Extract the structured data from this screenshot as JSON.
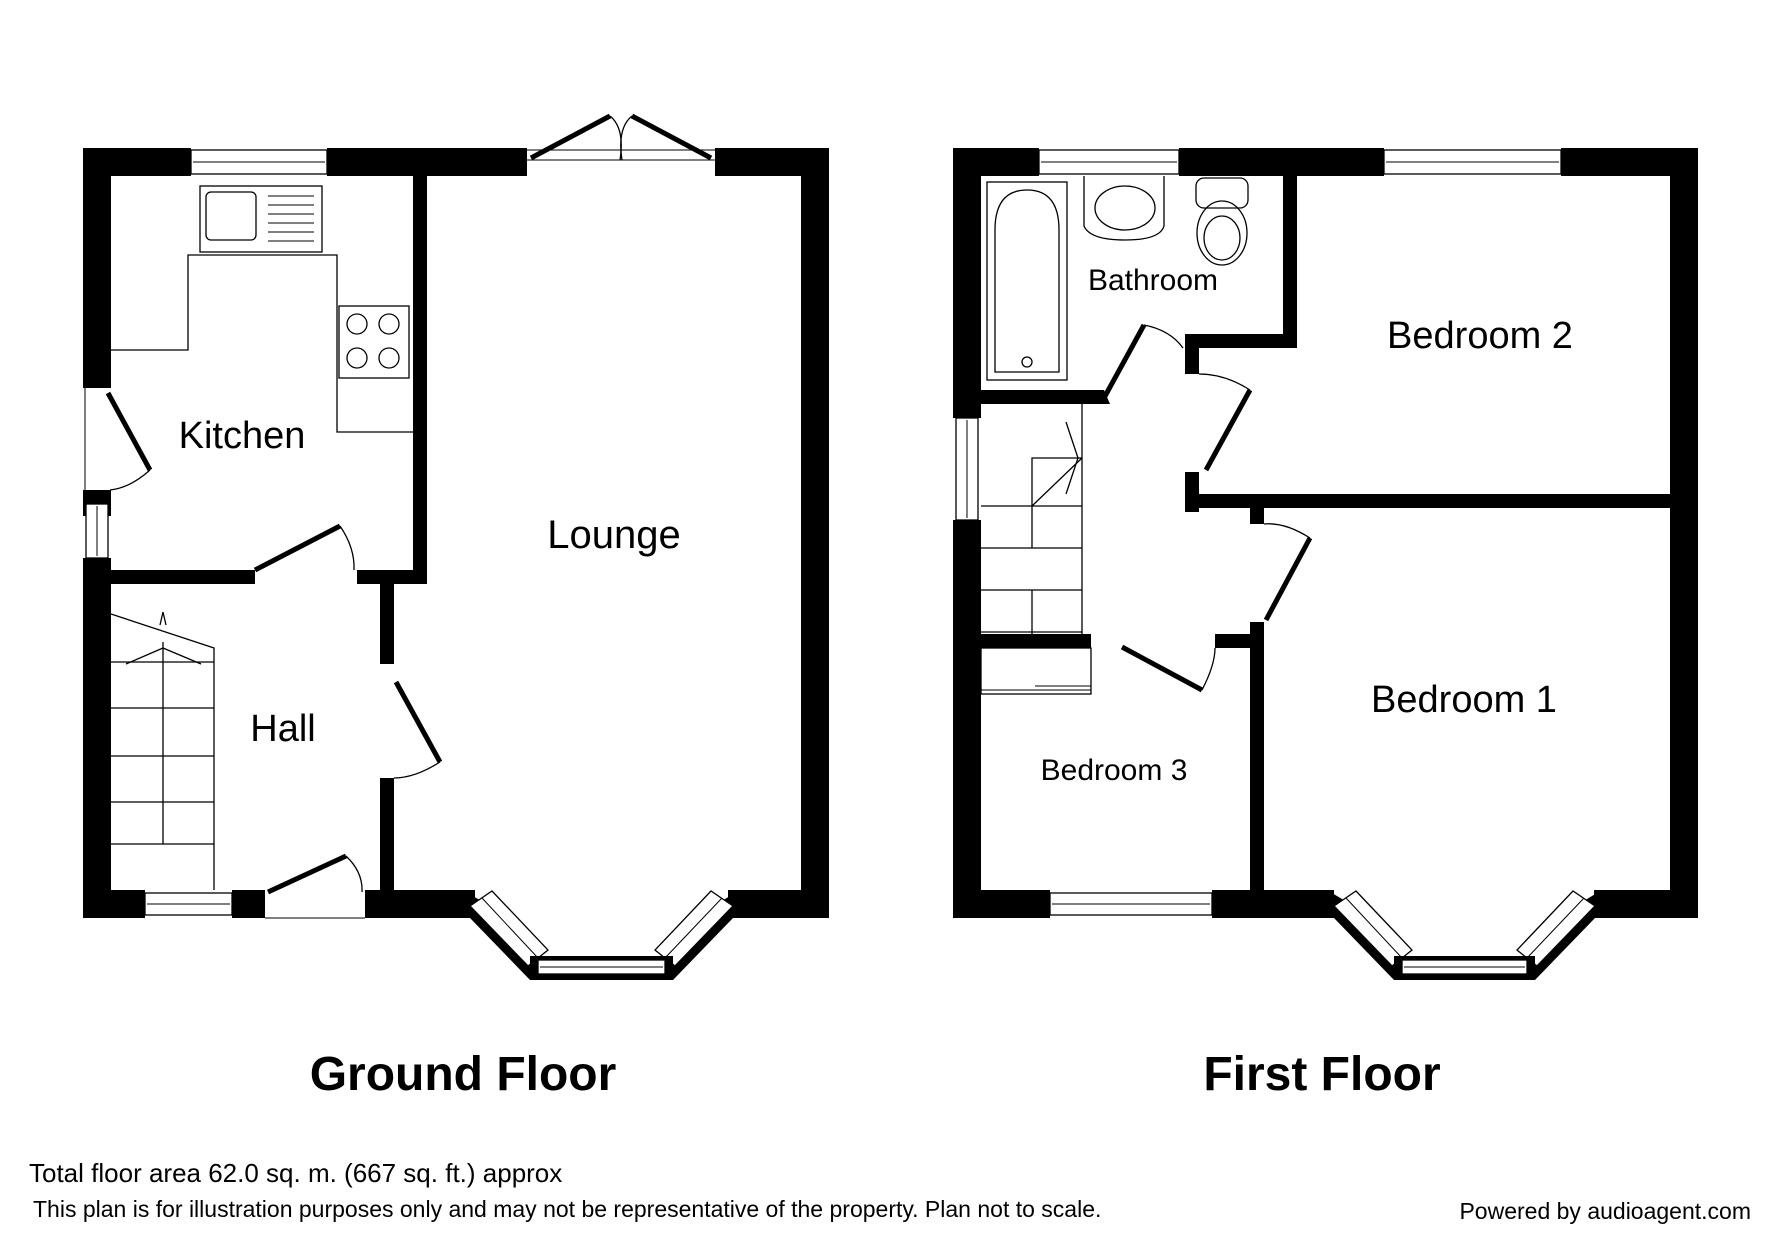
{
  "colors": {
    "wall": "#000000",
    "background": "#ffffff"
  },
  "ground_floor": {
    "title": "Ground Floor",
    "rooms": {
      "kitchen": "Kitchen",
      "lounge": "Lounge",
      "hall": "Hall"
    }
  },
  "first_floor": {
    "title": "First Floor",
    "rooms": {
      "bathroom": "Bathroom",
      "bedroom_1": "Bedroom 1",
      "bedroom_2": "Bedroom 2",
      "bedroom_3": "Bedroom 3"
    }
  },
  "footer": {
    "area": "Total floor area 62.0 sq. m. (667 sq. ft.) approx",
    "disclaimer": "This plan is for illustration purposes only and may not be representative of the property. Plan not to scale.",
    "credit": "Powered by audioagent.com"
  }
}
